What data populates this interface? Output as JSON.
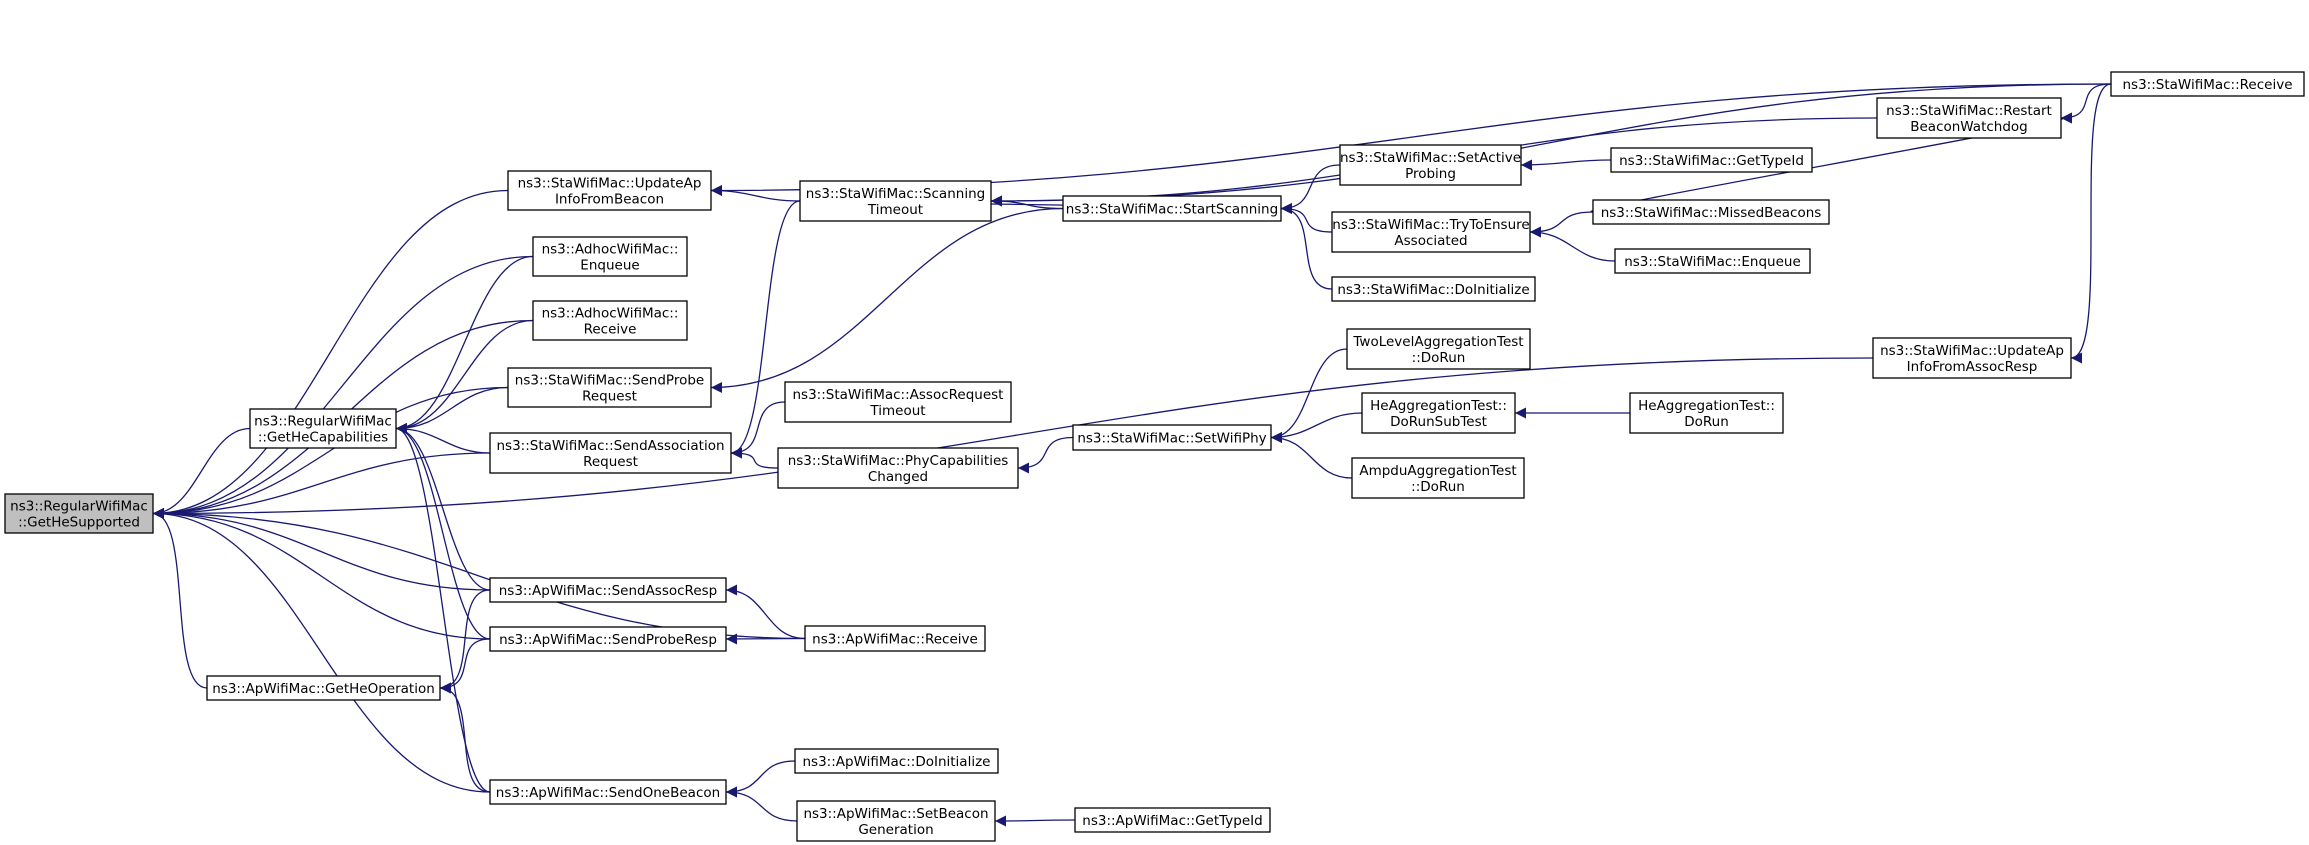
{
  "graph": {
    "colors": {
      "edge": "#191970",
      "node_border": "#000000",
      "node_fill": "#ffffff",
      "root_fill": "#bfbfbf"
    },
    "nodes": [
      {
        "id": "root",
        "lines": [
          "ns3::RegularWifiMac",
          "::GetHeSupported"
        ],
        "root": true
      },
      {
        "id": "getHeCap",
        "lines": [
          "ns3::RegularWifiMac",
          "::GetHeCapabilities"
        ]
      },
      {
        "id": "getHeOp",
        "lines": [
          "ns3::ApWifiMac::GetHeOperation"
        ]
      },
      {
        "id": "updApBeacon",
        "lines": [
          "ns3::StaWifiMac::UpdateAp",
          "InfoFromBeacon"
        ]
      },
      {
        "id": "adhocEnq",
        "lines": [
          "ns3::AdhocWifiMac::",
          "Enqueue"
        ]
      },
      {
        "id": "adhocRecv",
        "lines": [
          "ns3::AdhocWifiMac::",
          "Receive"
        ]
      },
      {
        "id": "sendProbeReq",
        "lines": [
          "ns3::StaWifiMac::SendProbe",
          "Request"
        ]
      },
      {
        "id": "sendAssocReq",
        "lines": [
          "ns3::StaWifiMac::SendAssociation",
          "Request"
        ]
      },
      {
        "id": "sendAssocResp",
        "lines": [
          "ns3::ApWifiMac::SendAssocResp"
        ]
      },
      {
        "id": "sendProbeResp",
        "lines": [
          "ns3::ApWifiMac::SendProbeResp"
        ]
      },
      {
        "id": "sendOneBeacon",
        "lines": [
          "ns3::ApWifiMac::SendOneBeacon"
        ]
      },
      {
        "id": "scanTimeout",
        "lines": [
          "ns3::StaWifiMac::Scanning",
          "Timeout"
        ]
      },
      {
        "id": "assocReqTimeout",
        "lines": [
          "ns3::StaWifiMac::AssocRequest",
          "Timeout"
        ]
      },
      {
        "id": "phyCapChanged",
        "lines": [
          "ns3::StaWifiMac::PhyCapabilities",
          "Changed"
        ]
      },
      {
        "id": "apRecv",
        "lines": [
          "ns3::ApWifiMac::Receive"
        ]
      },
      {
        "id": "apDoInit",
        "lines": [
          "ns3::ApWifiMac::DoInitialize"
        ]
      },
      {
        "id": "setBeaconGen",
        "lines": [
          "ns3::ApWifiMac::SetBeacon",
          "Generation"
        ]
      },
      {
        "id": "startScan",
        "lines": [
          "ns3::StaWifiMac::StartScanning"
        ]
      },
      {
        "id": "setWifiPhy",
        "lines": [
          "ns3::StaWifiMac::SetWifiPhy"
        ]
      },
      {
        "id": "apGetTypeId",
        "lines": [
          "ns3::ApWifiMac::GetTypeId"
        ]
      },
      {
        "id": "setActiveProb",
        "lines": [
          "ns3::StaWifiMac::SetActive",
          "Probing"
        ]
      },
      {
        "id": "tryEnsure",
        "lines": [
          "ns3::StaWifiMac::TryToEnsure",
          "Associated"
        ]
      },
      {
        "id": "staDoInit",
        "lines": [
          "ns3::StaWifiMac::DoInitialize"
        ]
      },
      {
        "id": "twoLevel",
        "lines": [
          "TwoLevelAggregationTest",
          "::DoRun"
        ]
      },
      {
        "id": "heAggSub",
        "lines": [
          "HeAggregationTest::",
          "DoRunSubTest"
        ]
      },
      {
        "id": "ampdu",
        "lines": [
          "AmpduAggregationTest",
          "::DoRun"
        ]
      },
      {
        "id": "staGetTypeId",
        "lines": [
          "ns3::StaWifiMac::GetTypeId"
        ]
      },
      {
        "id": "missedBeacons",
        "lines": [
          "ns3::StaWifiMac::MissedBeacons"
        ]
      },
      {
        "id": "staEnqueue",
        "lines": [
          "ns3::StaWifiMac::Enqueue"
        ]
      },
      {
        "id": "heAggDoRun",
        "lines": [
          "HeAggregationTest::",
          "DoRun"
        ]
      },
      {
        "id": "restartWd",
        "lines": [
          "ns3::StaWifiMac::Restart",
          "BeaconWatchdog"
        ]
      },
      {
        "id": "updApAssoc",
        "lines": [
          "ns3::StaWifiMac::UpdateAp",
          "InfoFromAssocResp"
        ]
      },
      {
        "id": "staRecv",
        "lines": [
          "ns3::StaWifiMac::Receive"
        ]
      }
    ],
    "edges": [
      [
        "getHeCap",
        "root"
      ],
      [
        "getHeOp",
        "root"
      ],
      [
        "updApBeacon",
        "root"
      ],
      [
        "adhocEnq",
        "root"
      ],
      [
        "adhocRecv",
        "root"
      ],
      [
        "sendProbeReq",
        "root"
      ],
      [
        "sendAssocReq",
        "root"
      ],
      [
        "sendAssocResp",
        "root"
      ],
      [
        "sendProbeResp",
        "root"
      ],
      [
        "sendOneBeacon",
        "root"
      ],
      [
        "apRecv",
        "root"
      ],
      [
        "updApAssoc",
        "root"
      ],
      [
        "adhocEnq",
        "getHeCap"
      ],
      [
        "adhocRecv",
        "getHeCap"
      ],
      [
        "sendProbeReq",
        "getHeCap"
      ],
      [
        "sendAssocReq",
        "getHeCap"
      ],
      [
        "sendAssocResp",
        "getHeCap"
      ],
      [
        "sendProbeResp",
        "getHeCap"
      ],
      [
        "sendOneBeacon",
        "getHeCap"
      ],
      [
        "sendAssocResp",
        "getHeOp"
      ],
      [
        "sendProbeResp",
        "getHeOp"
      ],
      [
        "sendOneBeacon",
        "getHeOp"
      ],
      [
        "scanTimeout",
        "updApBeacon"
      ],
      [
        "staRecv",
        "updApBeacon"
      ],
      [
        "startScan",
        "sendProbeReq"
      ],
      [
        "scanTimeout",
        "sendAssocReq"
      ],
      [
        "assocReqTimeout",
        "sendAssocReq"
      ],
      [
        "phyCapChanged",
        "sendAssocReq"
      ],
      [
        "apRecv",
        "sendAssocResp"
      ],
      [
        "apRecv",
        "sendProbeResp"
      ],
      [
        "apDoInit",
        "sendOneBeacon"
      ],
      [
        "setBeaconGen",
        "sendOneBeacon"
      ],
      [
        "startScan",
        "scanTimeout"
      ],
      [
        "restartWd",
        "scanTimeout"
      ],
      [
        "staRecv",
        "scanTimeout"
      ],
      [
        "scanTimeout",
        "startScan"
      ],
      [
        "setWifiPhy",
        "phyCapChanged"
      ],
      [
        "apGetTypeId",
        "setBeaconGen"
      ],
      [
        "setActiveProb",
        "startScan"
      ],
      [
        "tryEnsure",
        "startScan"
      ],
      [
        "staDoInit",
        "startScan"
      ],
      [
        "twoLevel",
        "setWifiPhy"
      ],
      [
        "heAggSub",
        "setWifiPhy"
      ],
      [
        "ampdu",
        "setWifiPhy"
      ],
      [
        "staGetTypeId",
        "setActiveProb"
      ],
      [
        "missedBeacons",
        "tryEnsure"
      ],
      [
        "staEnqueue",
        "tryEnsure"
      ],
      [
        "heAggDoRun",
        "heAggSub"
      ],
      [
        "missedBeacons",
        "restartWd"
      ],
      [
        "staRecv",
        "restartWd"
      ],
      [
        "staRecv",
        "updApAssoc"
      ]
    ]
  }
}
